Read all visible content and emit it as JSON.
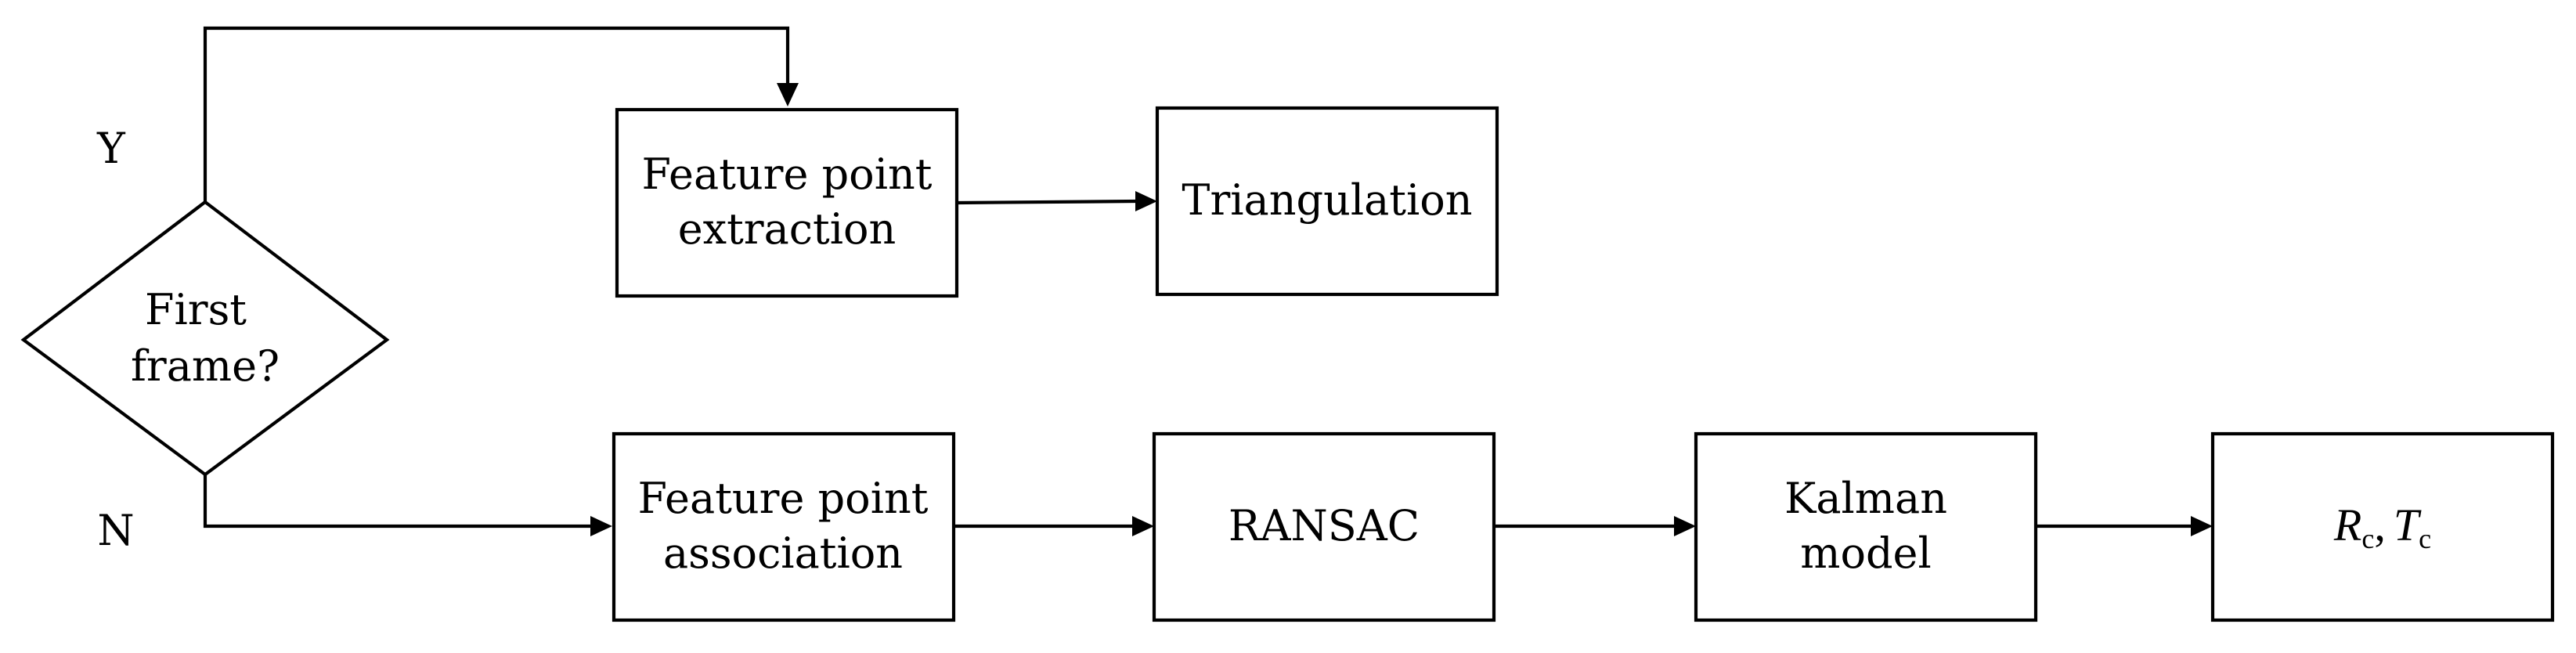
{
  "decision": {
    "line1": "First",
    "line2": "frame?",
    "yes_label": "Y",
    "no_label": "N"
  },
  "nodes": {
    "extraction": {
      "line1": "Feature point",
      "line2": "extraction"
    },
    "triangulation": {
      "label": "Triangulation"
    },
    "association": {
      "line1": "Feature point",
      "line2": "association"
    },
    "ransac": {
      "label": "RANSAC"
    },
    "kalman": {
      "line1": "Kalman",
      "line2": "model"
    },
    "output": {
      "r": "R",
      "r_sub": "c",
      "separator": ",",
      "t": "T",
      "t_sub": "c"
    }
  }
}
